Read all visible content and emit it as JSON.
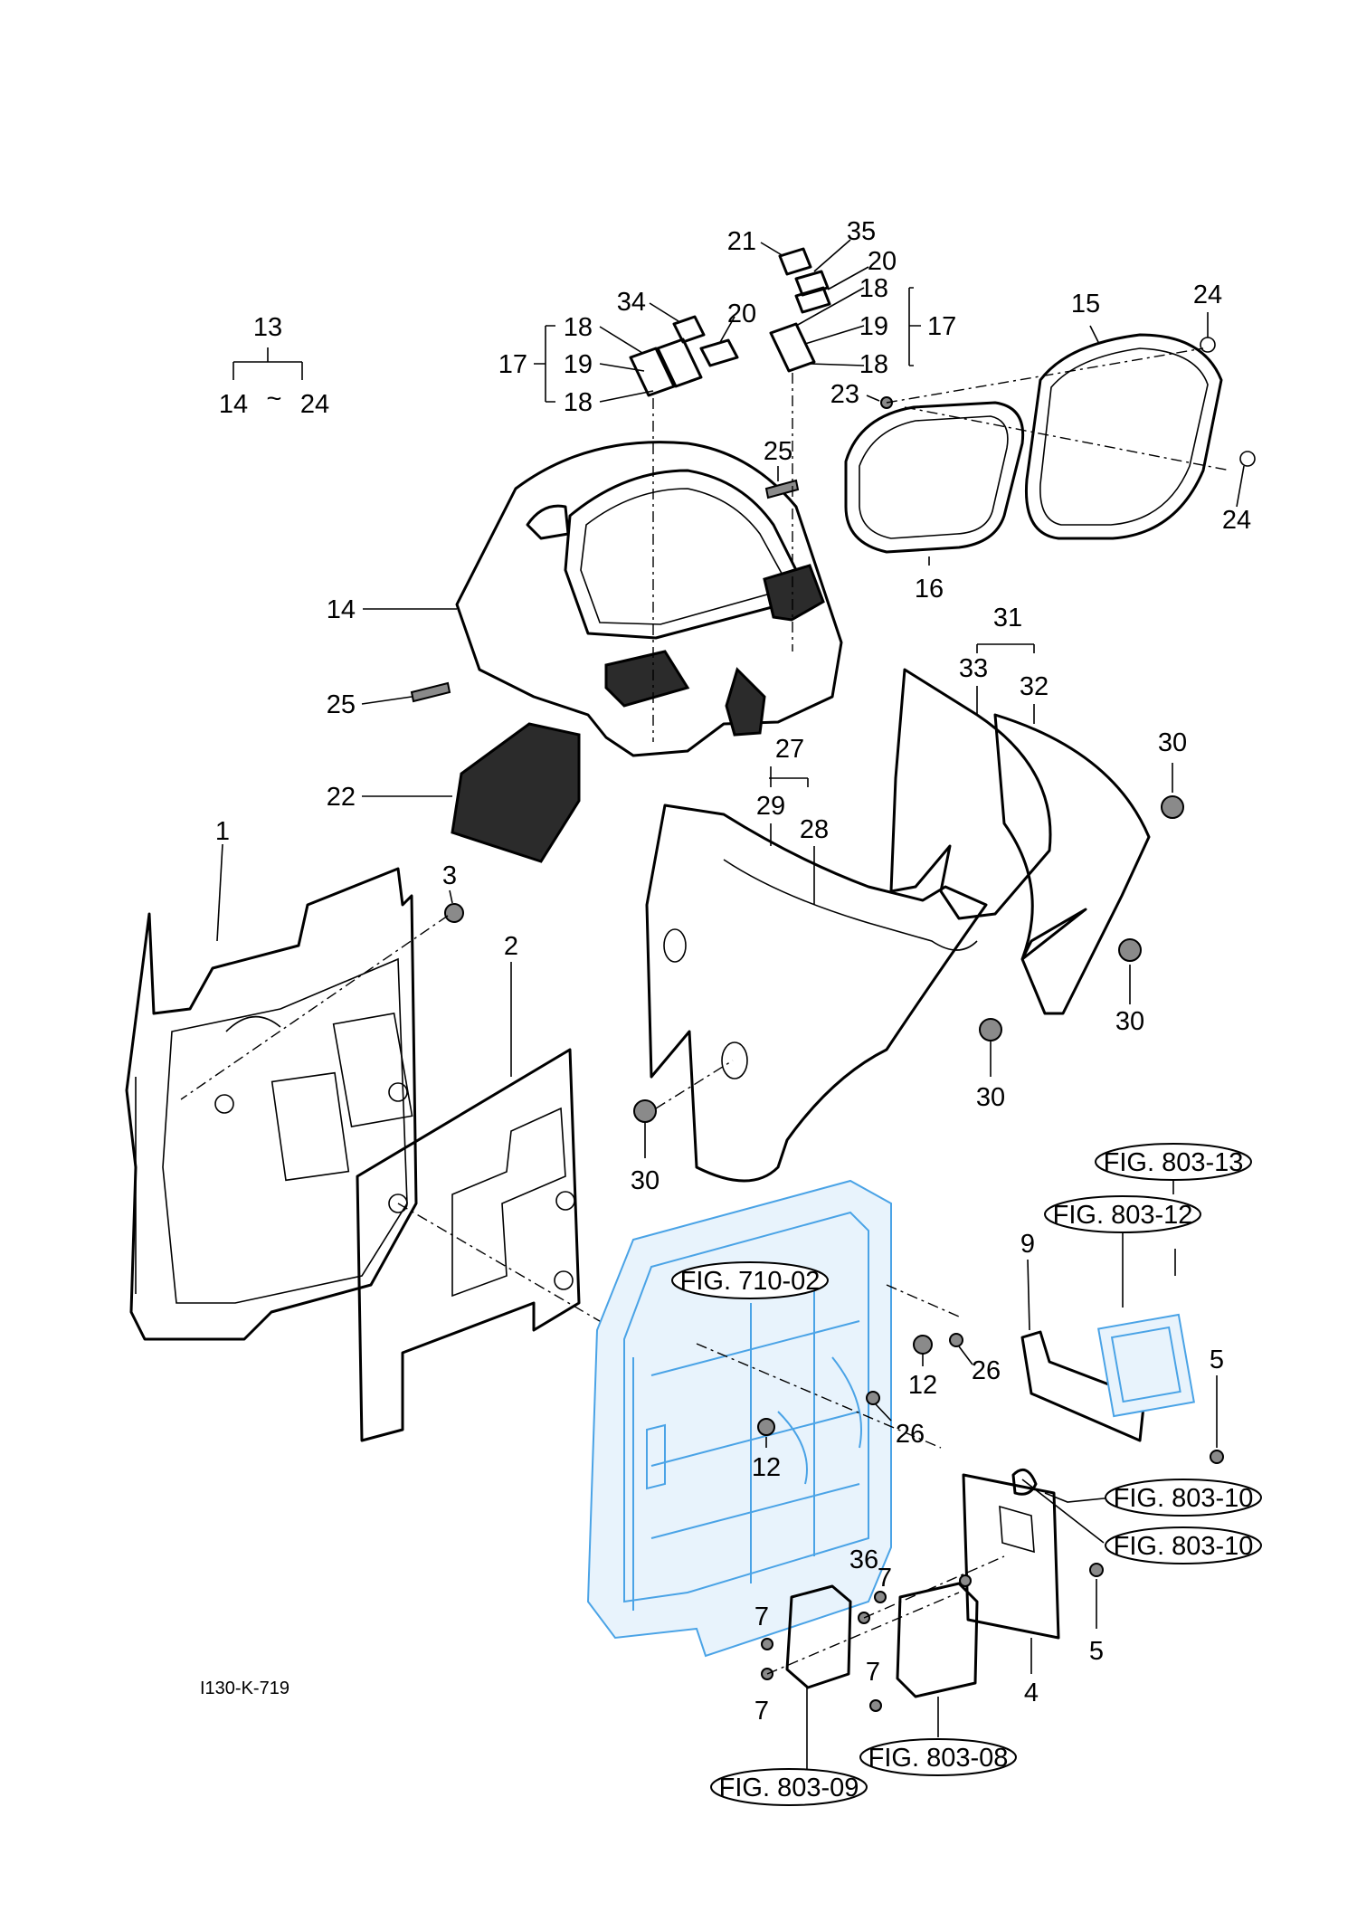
{
  "group_legend": {
    "assembly": "13",
    "from": "14",
    "tilde": "~",
    "to": "24"
  },
  "callouts": {
    "c1": "1",
    "c2": "2",
    "c3": "3",
    "c4": "4",
    "c5a": "5",
    "c5b": "5",
    "c7a": "7",
    "c7b": "7",
    "c7c": "7",
    "c7d": "7",
    "c9": "9",
    "c12a": "12",
    "c12b": "12",
    "c14": "14",
    "c15": "15",
    "c16": "16",
    "c17a": "17",
    "c17b": "17",
    "c18a": "18",
    "c18b": "18",
    "c18c": "18",
    "c18d": "18",
    "c19a": "19",
    "c19b": "19",
    "c20a": "20",
    "c20b": "20",
    "c21": "21",
    "c22": "22",
    "c23": "23",
    "c24a": "24",
    "c24b": "24",
    "c25a": "25",
    "c25b": "25",
    "c26a": "26",
    "c26b": "26",
    "c27": "27",
    "c28": "28",
    "c29": "29",
    "c30a": "30",
    "c30b": "30",
    "c30c": "30",
    "c30d": "30",
    "c31": "31",
    "c32": "32",
    "c33": "33",
    "c34": "34",
    "c35": "35",
    "c36": "36"
  },
  "figure_refs": {
    "r1": "FIG. 803-13",
    "r2": "FIG. 803-12",
    "r3": "FIG. 710-02",
    "r4": "FIG. 803-10",
    "r5": "FIG. 803-10",
    "r6": "FIG. 803-08",
    "r7": "FIG. 803-09"
  },
  "drawing_code": "I130-K-719"
}
